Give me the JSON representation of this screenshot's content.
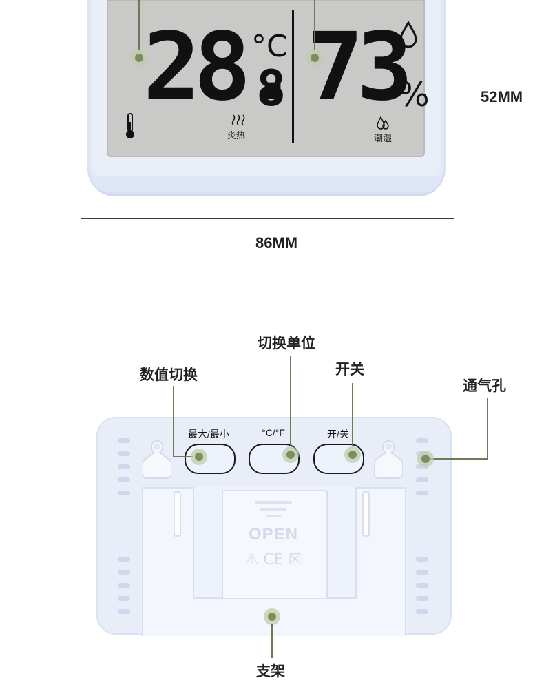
{
  "front": {
    "temperature_value": "28.",
    "temperature_decimal": "8",
    "temperature_unit": "°C",
    "temperature_status": "炎热",
    "humidity_value": "73",
    "humidity_unit": "%",
    "humidity_status": "潮湿"
  },
  "dimensions": {
    "height": "52MM",
    "width": "86MM"
  },
  "back": {
    "buttons": [
      {
        "label": "最大/最小"
      },
      {
        "label": "°C/°F"
      },
      {
        "label": "开/关"
      }
    ],
    "battery_cover_text": "OPEN",
    "battery_cover_marks": "⚠ CE ☒"
  },
  "callouts": {
    "switch_unit": "切换单位",
    "value_switch": "数值切换",
    "power": "开关",
    "vent": "通气孔",
    "stand": "支架"
  },
  "colors": {
    "device_body": "#e9eef9",
    "lcd": "#c9c9c7",
    "leader_line": "#6e7a57",
    "marker_dot": "#7f8c62"
  }
}
